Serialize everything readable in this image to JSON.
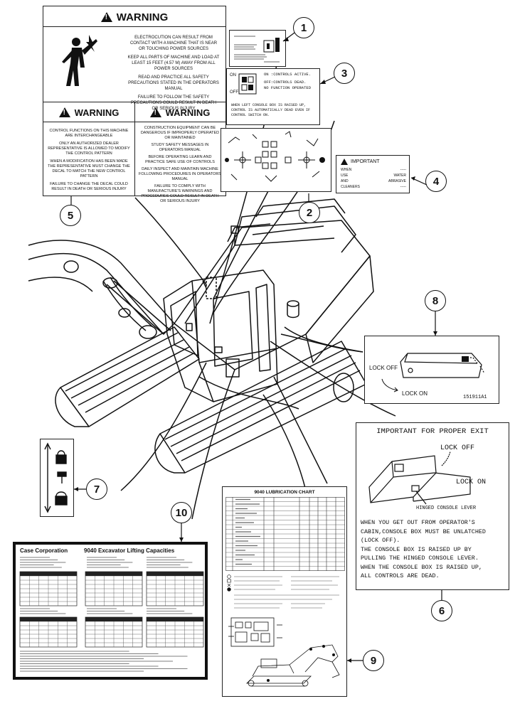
{
  "callouts": [
    "1",
    "2",
    "3",
    "4",
    "5",
    "6",
    "7",
    "8",
    "9",
    "10"
  ],
  "decal5": {
    "warning_label": "WARNING",
    "top_text": [
      "ELECTROCUTION CAN RESULT FROM CONTACT WITH A MACHINE THAT IS NEAR OR TOUCHING POWER SOURCES",
      "KEEP ALL PARTS OF MACHINE AND LOAD AT LEAST 15 FEET (4.57 M) AWAY FROM ALL POWER SOURCES",
      "READ AND PRACTICE ALL SAFETY PRECAUTIONS STATED IN THE OPERATORS MANUAL",
      "FAILURE TO FOLLOW THE SAFETY PRECAUTIONS COULD RESULT IN DEATH OR SERIOUS INJURY"
    ],
    "left_text": [
      "CONTROL FUNCTIONS ON THIS MACHINE ARE INTERCHANGEABLE",
      "ONLY AN AUTHORIZED DEALER REPRESENTATIVE IS ALLOWED TO MODIFY THE CONTROL PATTERN",
      "WHEN A MODIFICATION HAS BEEN MADE THE REPRESENTATIVE MUST CHANGE THE DECAL TO MATCH THE NEW CONTROL PATTERN",
      "FAILURE TO CHANGE THE DECAL COULD RESULT IN DEATH OR SERIOUS INJURY"
    ],
    "right_text": [
      "CONSTRUCTION EQUIPMENT CAN BE DANGEROUS IF IMPROPERLY OPERATED OR MAINTAINED",
      "STUDY SAFETY MESSAGES IN OPERATORS MANUAL",
      "BEFORE OPERATING LEARN AND PRACTICE SAFE USE OF CONTROLS",
      "DAILY INSPECT AND MAINTAIN MACHINE FOLLOWING PROCEDURES IN OPERATORS MANUAL",
      "FAILURE TO COMPLY WITH MANUFACTURE'S WARNINGS AND PROCEDURES COULD RESULT IN DEATH OR SERIOUS INJURY"
    ]
  },
  "decal3": {
    "on_label": "ON",
    "off_label": "OFF",
    "line1": "ON :CONTROLS ACTIVE.",
    "line2": "OFF:CONTROLS DEAD.",
    "line3": "NO FUNCTION OPERATED",
    "line3b": "OPERATED",
    "bottom": "WHEN LEFT CONSOLE BOX IS RAISED UP, CONTROL IS AUTOMATICALLY DEAD EVEN IF CONTROL SWITCH ON."
  },
  "decal4": {
    "title": "IMPORTANT",
    "rows": [
      {
        "left": "WHEN",
        "right": "-----"
      },
      {
        "left": "USE",
        "right": "WATER"
      },
      {
        "left": "AND",
        "right": "ABRASIVE"
      },
      {
        "left": "CLEANERS",
        "right": "-----"
      }
    ]
  },
  "decal8": {
    "lock_off": "LOCK OFF",
    "lock_on": "LOCK ON",
    "part_number": "151911A1"
  },
  "decal6": {
    "title": "IMPORTANT FOR PROPER EXIT",
    "lock_off": "LOCK OFF",
    "lock_on": "LOCK ON",
    "lever_label": "HINGED CONSOLE LEVER",
    "body": [
      "WHEN YOU GET OUT FROM OPERATOR'S",
      "CABIN,CONSOLE BOX MUST BE UNLATCHED",
      "(LOCK OFF).",
      "THE CONSOLE BOX IS RAISED UP BY",
      "PULLING THE HINGED CONSOLE LEVER.",
      "WHEN THE CONSOLE BOX IS RAISED UP,",
      "ALL CONTROLS ARE DEAD."
    ]
  },
  "decal9": {
    "title": "9040 LUBRICATION CHART"
  },
  "decal10": {
    "company": "Case Corporation",
    "title": "9040 Excavator Lifting Capacities"
  },
  "colors": {
    "ink": "#111111",
    "paper": "#ffffff"
  }
}
